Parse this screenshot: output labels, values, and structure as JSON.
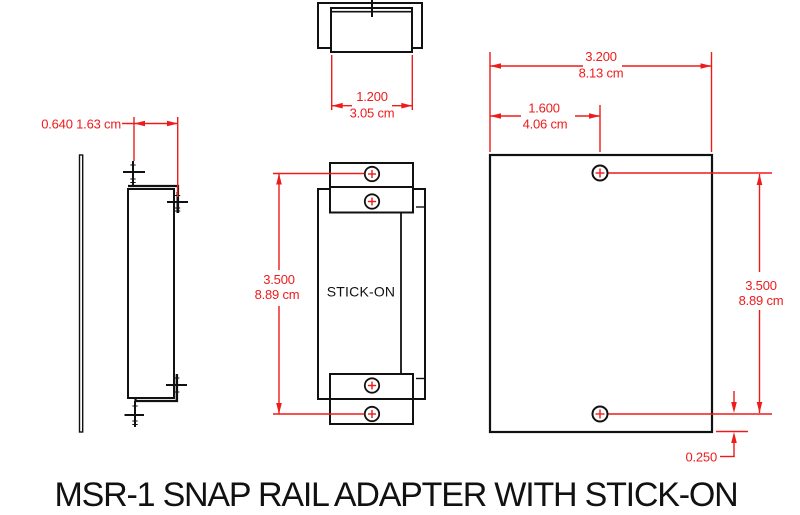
{
  "title": "MSR-1 SNAP RAIL ADAPTER WITH STICK-ON",
  "front_label": "STICK-ON",
  "dims": {
    "top_width_in": "1.200",
    "top_width_cm": "3.05 cm",
    "side_depth": "0.640 1.63 cm",
    "front_height_in": "3.500",
    "front_height_cm": "8.89 cm",
    "plate_width_in": "3.200",
    "plate_width_cm": "8.13 cm",
    "hole_inset_in": "1.600",
    "hole_inset_cm": "4.06 cm",
    "hole_span_in": "3.500",
    "hole_span_cm": "8.89 cm",
    "hole_offset_in": "0.250"
  },
  "colors": {
    "red": "#ee1b1b",
    "black": "#111111",
    "bg": "#ffffff"
  }
}
